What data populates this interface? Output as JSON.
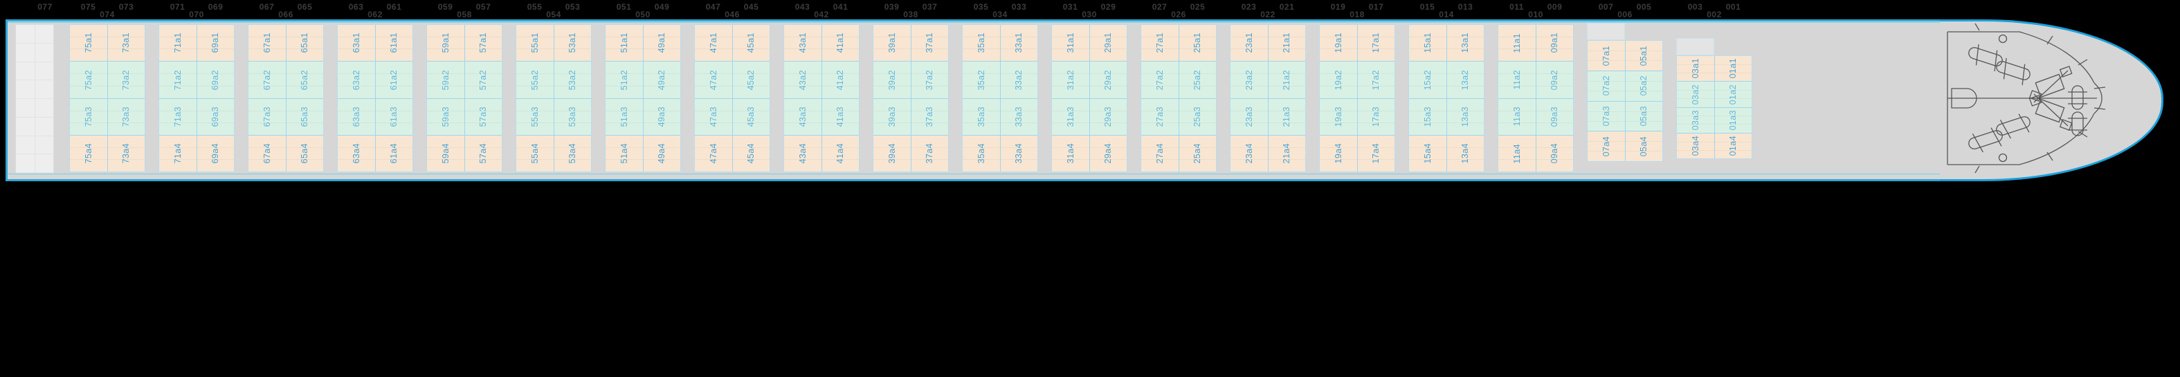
{
  "view": {
    "title": "vessel-stowage-plan-deck-view",
    "background_color": "#000000",
    "hull_fill": "#d6d6d6",
    "hull_outline": "#1aa0da",
    "tier_color_odd": "#f8e6d2",
    "tier_color_even": "#d9f1e4",
    "label_color": "#4aa3d6",
    "bay_label_color": "#3a3a3a"
  },
  "bay_labels": {
    "odd": [
      "077",
      "075",
      "073",
      "071",
      "069",
      "067",
      "065",
      "063",
      "061",
      "059",
      "057",
      "055",
      "053",
      "051",
      "049",
      "047",
      "045",
      "043",
      "041",
      "039",
      "037",
      "035",
      "033",
      "031",
      "029",
      "027",
      "025",
      "023",
      "021",
      "019",
      "017",
      "015",
      "013",
      "011",
      "009",
      "007",
      "005",
      "003",
      "001"
    ],
    "even": [
      "074",
      "070",
      "066",
      "062",
      "058",
      "054",
      "050",
      "046",
      "042",
      "038",
      "034",
      "030",
      "026",
      "022",
      "018",
      "014",
      "010",
      "006",
      "002"
    ]
  },
  "tier_suffixes": [
    "a1",
    "a2",
    "a3",
    "a4"
  ],
  "stern_block": {
    "name": "stern-deck-grid",
    "rows": 8,
    "columns": 2,
    "labelled": false
  },
  "stacks": [
    {
      "bays": [
        "75",
        "73"
      ],
      "tiers": 4,
      "short": false
    },
    {
      "bays": [
        "71",
        "69"
      ],
      "tiers": 4,
      "short": false
    },
    {
      "bays": [
        "67",
        "65"
      ],
      "tiers": 4,
      "short": false
    },
    {
      "bays": [
        "63",
        "61"
      ],
      "tiers": 4,
      "short": false
    },
    {
      "bays": [
        "59",
        "57"
      ],
      "tiers": 4,
      "short": false
    },
    {
      "bays": [
        "55",
        "53"
      ],
      "tiers": 4,
      "short": false
    },
    {
      "bays": [
        "51",
        "49"
      ],
      "tiers": 4,
      "short": false
    },
    {
      "bays": [
        "47",
        "45"
      ],
      "tiers": 4,
      "short": false
    },
    {
      "bays": [
        "43",
        "41"
      ],
      "tiers": 4,
      "short": false
    },
    {
      "bays": [
        "39",
        "37"
      ],
      "tiers": 4,
      "short": false
    },
    {
      "bays": [
        "35",
        "33"
      ],
      "tiers": 4,
      "short": false
    },
    {
      "bays": [
        "31",
        "29"
      ],
      "tiers": 4,
      "short": false
    },
    {
      "bays": [
        "27",
        "25"
      ],
      "tiers": 4,
      "short": false
    },
    {
      "bays": [
        "23",
        "21"
      ],
      "tiers": 4,
      "short": false
    },
    {
      "bays": [
        "19",
        "17"
      ],
      "tiers": 4,
      "short": false
    },
    {
      "bays": [
        "15",
        "13"
      ],
      "tiers": 4,
      "short": false
    },
    {
      "bays": [
        "11",
        "09"
      ],
      "tiers": 4,
      "short": false
    },
    {
      "bays": [
        "07",
        "05"
      ],
      "tiers": 4,
      "short": true
    },
    {
      "bays": [
        "03",
        "01"
      ],
      "tiers": 4,
      "short": true
    }
  ],
  "bow_equipment": [
    {
      "name": "mooring-winch-upper",
      "type": "winch"
    },
    {
      "name": "mooring-winch-lower",
      "type": "winch"
    },
    {
      "name": "anchor-windlass",
      "type": "windlass"
    },
    {
      "name": "bollard-pair",
      "type": "bollard"
    },
    {
      "name": "fairlead",
      "type": "fairlead"
    },
    {
      "name": "forepeak-hatch",
      "type": "hatch"
    }
  ]
}
